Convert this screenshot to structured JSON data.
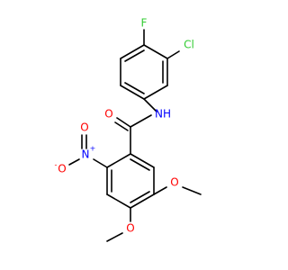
{
  "molecule": {
    "colors": {
      "bond": "#000000",
      "C": "#000000",
      "O": "#ff0000",
      "N": "#0000ff",
      "F": "#33cc33",
      "Cl": "#33cc33",
      "H": "#000000",
      "background": "#ffffff"
    },
    "atoms": {
      "F": {
        "text": "F",
        "element": "F"
      },
      "Cl": {
        "text": "Cl",
        "element": "Cl"
      },
      "NH": {
        "text": "NH",
        "element": "N"
      },
      "O_amide": {
        "text": "O",
        "element": "O"
      },
      "N_nitro": {
        "text": "N",
        "element": "N"
      },
      "N_nitro_charge": {
        "text": "+",
        "element": "N"
      },
      "O_nitro_top": {
        "text": "O",
        "element": "O"
      },
      "O_nitro_minus": {
        "text": "O",
        "element": "O"
      },
      "O_nitro_minus_charge": {
        "text": "-",
        "element": "O"
      },
      "O_methoxy_5": {
        "text": "O",
        "element": "O"
      },
      "O_methoxy_4": {
        "text": "O",
        "element": "O"
      }
    }
  }
}
